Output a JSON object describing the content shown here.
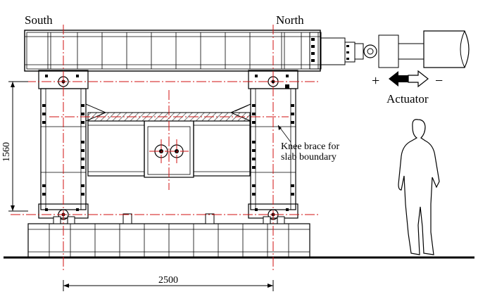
{
  "labels": {
    "south": "South",
    "north": "North",
    "actuator": "Actuator",
    "plus": "+",
    "minus": "−",
    "knee_brace_line1": "Knee brace for",
    "knee_brace_line2": "slab boundary",
    "height_dim": "1560",
    "width_dim": "2500"
  },
  "colors": {
    "centerline": "#d01010",
    "ink": "#000000",
    "hatch": "#555555"
  }
}
